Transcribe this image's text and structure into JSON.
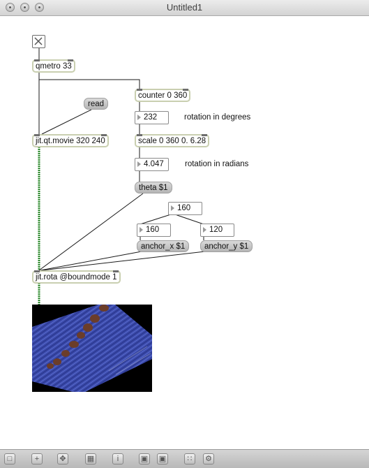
{
  "window": {
    "title": "Untitled1"
  },
  "patch": {
    "objects": {
      "qmetro": "qmetro 33",
      "counter": "counter 0 360",
      "scale": "scale 0 360 0. 6.28",
      "movie": "jit.qt.movie 320 240",
      "rota": "jit.rota @boundmode 1"
    },
    "messages": {
      "read": "read",
      "theta": "theta $1",
      "anchor_x": "anchor_x $1",
      "anchor_y": "anchor_y $1"
    },
    "numbers": {
      "degrees": "232",
      "radians": "4.047",
      "anchor": "160",
      "anchor_x": "160",
      "anchor_y": "120"
    },
    "comments": {
      "degrees": "rotation in degrees",
      "radians": "rotation in radians"
    },
    "colors": {
      "object_border": "#c9cfb0",
      "signal_wire": "#2e8a2e",
      "video_bg": "#3a4aa8"
    }
  },
  "toolbar": {
    "icons": [
      "lock-icon",
      "add-icon",
      "move-icon",
      "presentation-icon",
      "info-icon",
      "grid-a-icon",
      "grid-b-icon",
      "snap-icon",
      "settings-icon"
    ]
  }
}
